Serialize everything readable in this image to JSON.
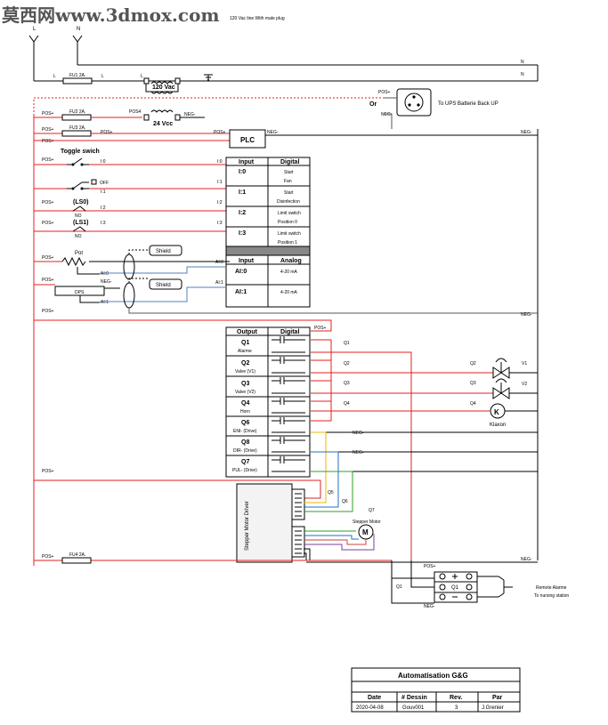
{
  "watermark": "莫西网www.3dmox.com",
  "mains": {
    "desc": "120 Vac line With male plug",
    "L": "L",
    "N": "N",
    "N1": "N",
    "N2": "N"
  },
  "fuse1": {
    "label": "FU1 2A.",
    "L1": "L",
    "L2": "L",
    "L3": "L"
  },
  "transformer1": {
    "label": "120 Vac"
  },
  "transformer2": {
    "label": "24 Vcc"
  },
  "ups": {
    "pos": "POS+",
    "neg": "NEG-",
    "or": "Or",
    "desc": "To UPS Batterie Back UP"
  },
  "pos": "POS+",
  "neg": "NEG-",
  "pos_alt": "POS4",
  "fuse2": "FU2 2A.",
  "fuse3": "FU3 2A.",
  "fuse4": "FU4 2A.",
  "plc": "PLC",
  "toggle": "Toggle swich",
  "off": "OFF",
  "ls0": "(LS0)",
  "ls1": "(LS1)",
  "no": "NO",
  "pot": "Pot",
  "dps": "DPS",
  "shield": "Shield",
  "inputs_digital": {
    "header_left": "Input",
    "header_right": "Digital",
    "rows": [
      {
        "tag": "I:0",
        "desc1": "Start",
        "desc2": "Fan"
      },
      {
        "tag": "I:1",
        "desc1": "Start",
        "desc2": "Disinfection"
      },
      {
        "tag": "I:2",
        "desc1": "Limit switch",
        "desc2": "Position 0"
      },
      {
        "tag": "I:3",
        "desc1": "Limit switch",
        "desc2": "Position 1"
      }
    ],
    "wire_tags": [
      "I:0",
      "I:1",
      "I:2",
      "I:3"
    ]
  },
  "inputs_analog": {
    "header_left": "Input",
    "header_right": "Analog",
    "rows": [
      {
        "tag": "AI:0",
        "desc": "4-20 mA"
      },
      {
        "tag": "AI:1",
        "desc": "4-20 mA"
      }
    ],
    "wire_tags": [
      "AI:0",
      "AI:1"
    ],
    "dev_tags": [
      "AI:0",
      "AI:1"
    ]
  },
  "outputs": {
    "header_left": "Output",
    "header_right": "Digital",
    "rows": [
      {
        "tag": "Q1",
        "desc": "Alarme"
      },
      {
        "tag": "Q2",
        "desc": "Valve (V1)"
      },
      {
        "tag": "Q3",
        "desc": "Valve (V2)"
      },
      {
        "tag": "Q4",
        "desc": "Horn"
      },
      {
        "tag": "Q6",
        "desc": "ENI- (Drive)"
      },
      {
        "tag": "Q8",
        "desc": "DIR- (Drive)"
      },
      {
        "tag": "Q7",
        "desc": "PUL- (Drive)"
      }
    ],
    "wire_tags": [
      "Q1",
      "Q2",
      "Q3",
      "Q4"
    ],
    "drv_tags": [
      "Q5",
      "Q6",
      "Q7"
    ]
  },
  "valves": {
    "q2": "Q2",
    "q3": "Q3",
    "q4": "Q4",
    "v1": "V1",
    "v2": "V2",
    "k": "K",
    "klaxon": "Klaxon"
  },
  "driver": {
    "label": "Stepper Motor Driver"
  },
  "motor": {
    "label": "Stepper Motor",
    "symbol": "M"
  },
  "remote": {
    "tag": "Q1",
    "terminal": "Q1",
    "desc1": "Remote Alarme",
    "desc2": "To nursing station"
  },
  "title_block": {
    "title": "Automatisation G&G",
    "headers": [
      "Date",
      "# Dessin",
      "Rev.",
      "Par"
    ],
    "values": [
      "2020-04-08",
      "Gouv001",
      "3",
      "J.Grenier"
    ]
  }
}
